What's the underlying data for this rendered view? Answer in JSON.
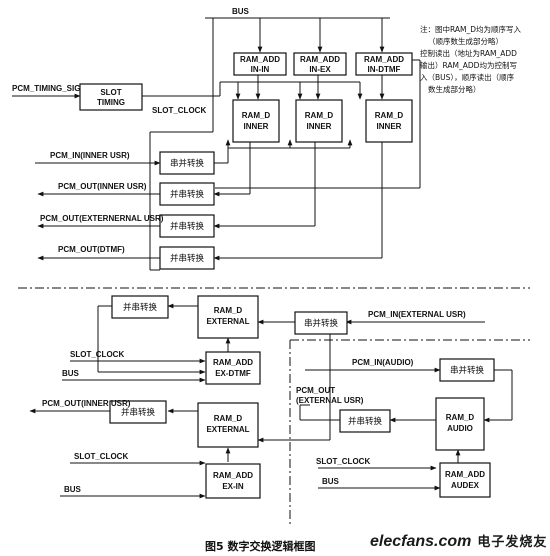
{
  "caption": "图5 数字交换逻辑框图",
  "watermark": {
    "brand": "elecfans.com",
    "cn": "电子发烧友"
  },
  "note": [
    "注：图中RAM_D均为顺序写入",
    "（顺序数生成部分略）",
    "控制读出（地址为RAM_ADD",
    "输出）RAM_ADD均为控制写",
    "入（BUS），顺序读出（顺序",
    "数生成部分略）"
  ],
  "signals": {
    "bus_top": "BUS",
    "pcm_timing_sig": "PCM_TIMING_SIG",
    "slot_clock_top": "SLOT_CLOCK",
    "pcm_in_inner": "PCM_IN(INNER USR)",
    "pcm_out_inner": "PCM_OUT(INNER USR)",
    "pcm_out_external": "PCM_OUT(EXTERNERNAL USR)",
    "pcm_out_dtmf": "PCM_OUT(DTMF)",
    "pcm_in_external": "PCM_IN(EXTERNAL USR)",
    "slot_clock_mid": "SLOT_CLOCK",
    "bus_mid": "BUS",
    "pcm_out_inner_2": "PCM_OUT(INNER USR)",
    "slot_clock_low": "SLOT_CLOCK",
    "bus_low": "BUS",
    "pcm_in_audio": "PCM_IN(AUDIO)",
    "pcm_out_ext_1": "PCM_OUT",
    "pcm_out_ext_2": "(EXTERNAL USR)",
    "slot_clock_audio": "SLOT_CLOCK",
    "bus_audio": "BUS"
  },
  "blocks": {
    "slot_timing": [
      "SLOT",
      "TIMING"
    ],
    "ram_add_in_in": [
      "RAM_ADD",
      "IN-IN"
    ],
    "ram_add_in_ex": [
      "RAM_ADD",
      "IN-EX"
    ],
    "ram_add_in_dtmf": [
      "RAM_ADD",
      "IN-DTMF"
    ],
    "ram_d_inner_1": [
      "RAM_D",
      "INNER"
    ],
    "ram_d_inner_2": [
      "RAM_D",
      "INNER"
    ],
    "ram_d_inner_3": [
      "RAM_D",
      "INNER"
    ],
    "sp_1": "串并转换",
    "ps_1": "并串转换",
    "ps_2": "并串转换",
    "ps_3": "并串转换",
    "ps_4": "并串转换",
    "ram_d_external_1": [
      "RAM_D",
      "EXTERNAL"
    ],
    "sp_2": "串并转换",
    "ram_add_ex_dtmf": [
      "RAM_ADD",
      "EX-DTMF"
    ],
    "ps_5": "并串转换",
    "ram_d_external_2": [
      "RAM_D",
      "EXTERNAL"
    ],
    "ram_add_ex_in": [
      "RAM_ADD",
      "EX-IN"
    ],
    "sp_3": "串并转换",
    "ram_d_audio": [
      "RAM_D",
      "AUDIO"
    ],
    "ps_6": "并串转换",
    "ram_add_audex": [
      "RAM_ADD",
      "AUDEX"
    ]
  }
}
